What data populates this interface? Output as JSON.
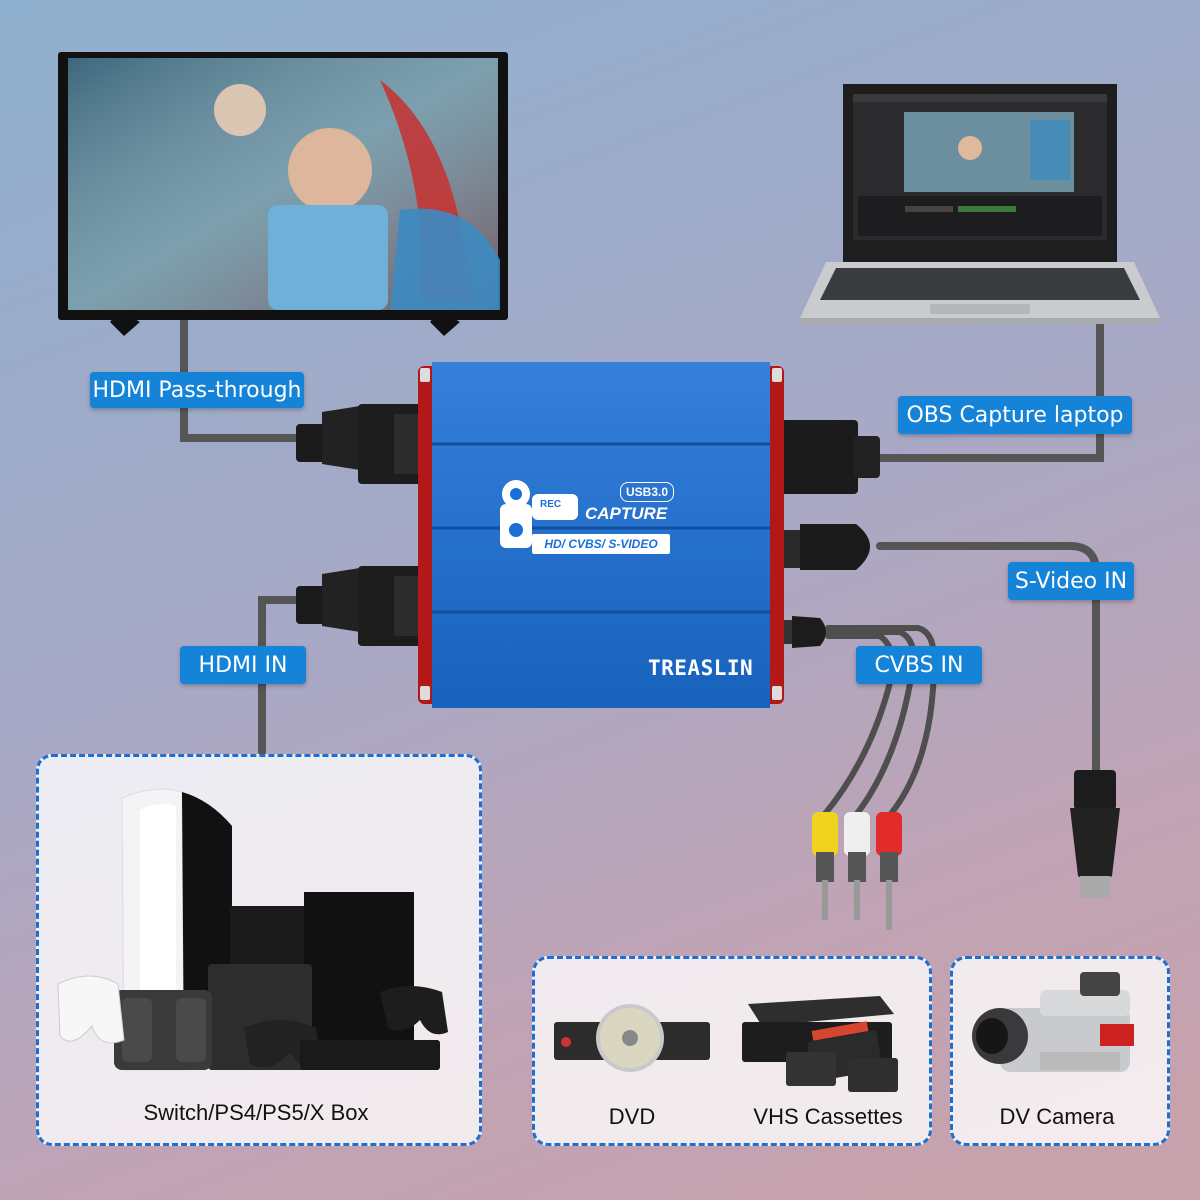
{
  "labels": {
    "hdmi_passthrough": "HDMI Pass-through",
    "obs_capture_laptop": "OBS Capture laptop",
    "svideo_in": "S-Video IN",
    "hdmi_in": "HDMI IN",
    "cvbs_in": "CVBS IN"
  },
  "device": {
    "usb_badge": "USB3.0",
    "capture": "CAPTURE",
    "rec": "REC",
    "formats": "HD/ CVBS/ S-VIDEO",
    "brand": "TREASLIN"
  },
  "panels": {
    "consoles": "Switch/PS4/PS5/X Box",
    "dvd": "DVD",
    "vhs": "VHS Cassettes",
    "camera": "DV Camera"
  },
  "colors": {
    "label_bg": "#1583d8",
    "device_blue": "#1a6fd6",
    "device_red": "#c21e1e",
    "panel_border": "#1f6fd0"
  }
}
